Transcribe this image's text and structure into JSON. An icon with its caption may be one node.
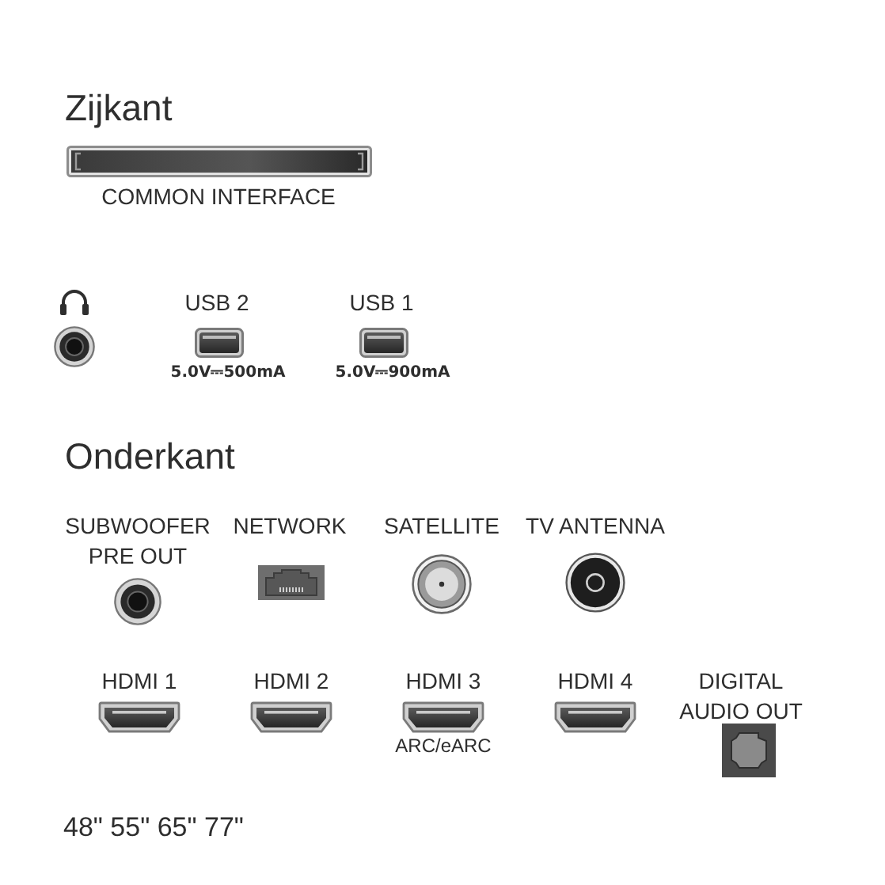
{
  "diagram": {
    "labels": [
      "Zijkant",
      "COMMON INTERFACE",
      "USB 2",
      "USB 1",
      "5.0V⎓500mA",
      "5.0V⎓900mA",
      "Onderkant",
      "SUBWOOFER PRE OUT",
      "NETWORK",
      "SATELLITE",
      "TV ANTENNA",
      "HDMI 1",
      "HDMI 2",
      "HDMI 3",
      "HDMI 4",
      "DIGITAL AUDIO OUT",
      "ARC/eARC",
      "48\" 55\" 65\" 77\""
    ]
  }
}
